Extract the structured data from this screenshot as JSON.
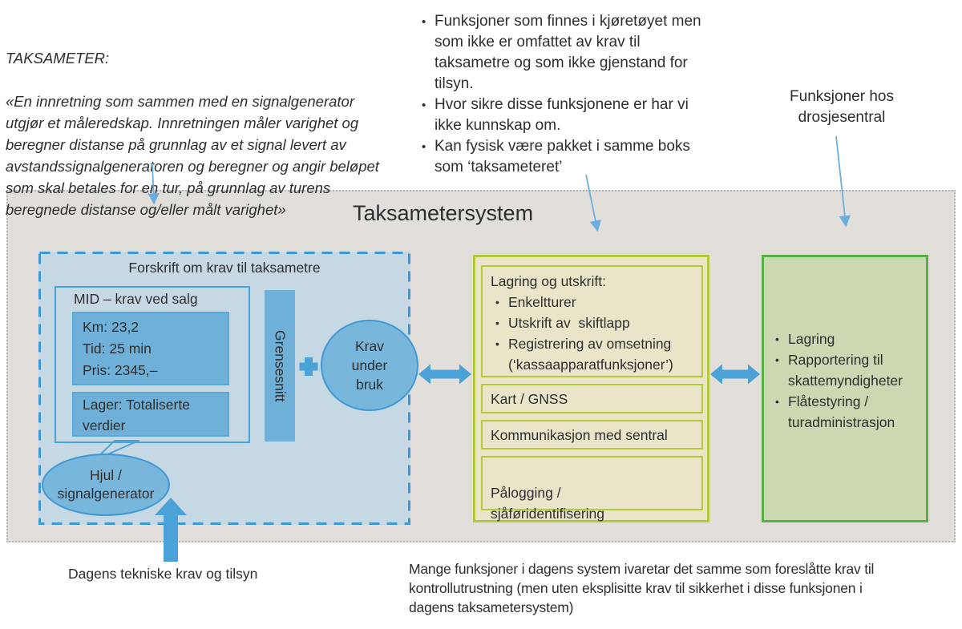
{
  "definition": {
    "title": "TAKSAMETER:",
    "body": "«En innretning som sammen med en signalgenerator\nutgjør et måleredskap. Innretningen måler varighet og\nberegner distanse på grunnlag av et signal levert av\navstandssignalgeneratoren og beregner og angir beløpet\nsom skal betales for en tur, på grunnlag av turens\nberegnede distanse og/eller målt varighet»"
  },
  "top_notes": {
    "bullets": [
      "Funksjoner som finnes i kjøretøyet men\nsom ikke er omfattet av krav til\ntaksametre og som ikke gjenstand for\ntilsyn.",
      "Hvor sikre disse funksjonene er har vi\nikke kunnskap om.",
      "Kan fysisk være pakket i samme boks\nsom ‘taksameteret’"
    ]
  },
  "sentral_label": "Funksjoner hos\ndrosjesentral",
  "system": {
    "title": "Taksametersystem",
    "forskrift": {
      "title": "Forskrift om krav til taksametre",
      "mid_title": "MID – krav ved salg",
      "meter_lines": [
        "Km: 23,2",
        "Tid: 25 min",
        "Pris: 2345,–"
      ],
      "lager": "Lager: Totaliserte verdier",
      "grensesnitt": "Grensesnitt",
      "krav_under_bruk": "Krav\nunder\nbruk",
      "hjul": "Hjul /\nsignalgenerator"
    },
    "taksameter_unit": {
      "lagring_title": "Lagring og utskrift:",
      "lagring_bullets": [
        "Enkeltturer",
        "Utskrift av  skiftlapp",
        "Registrering av omsetning\n(‘kassaapparatfunksjoner’)"
      ],
      "kart": "Kart / GNSS",
      "kommunikasjon": "Kommunikasjon med sentral",
      "palogging": "Pålogging /\nsjåføridentifisering"
    },
    "sentral_box": {
      "bullets": [
        "Lagring",
        "Rapportering til\nskattemyndigheter",
        "Flåtestyring /\nturadministrasjon"
      ]
    }
  },
  "bottom": {
    "left": "Dagens tekniske krav og tilsyn",
    "right": "Mange funksjoner i dagens system ivaretar det samme som foreslåtte krav til\nkontrollutrustning (men uten eksplisitte krav til sikkerhet i disse funksjonen i\ndagens taksametersystem)"
  },
  "colors": {
    "gray_box_fill": "#e2dfda",
    "gray_box_border": "#b7b3ad",
    "light_blue_fill": "#c7d8e5",
    "blue_dashed_border": "#3e98d4",
    "medium_blue_fill": "#6fb0d9",
    "blue_box_border": "#4aa2d8",
    "arrow_blue": "#4aa2d8",
    "thin_arrow_blue": "#6aaede",
    "yellow_green_border": "#b2ca39",
    "tan_fill": "#eae5c9",
    "green_border": "#55b144",
    "light_green_fill": "#ccd8b2",
    "text": "#2e2e2e"
  }
}
